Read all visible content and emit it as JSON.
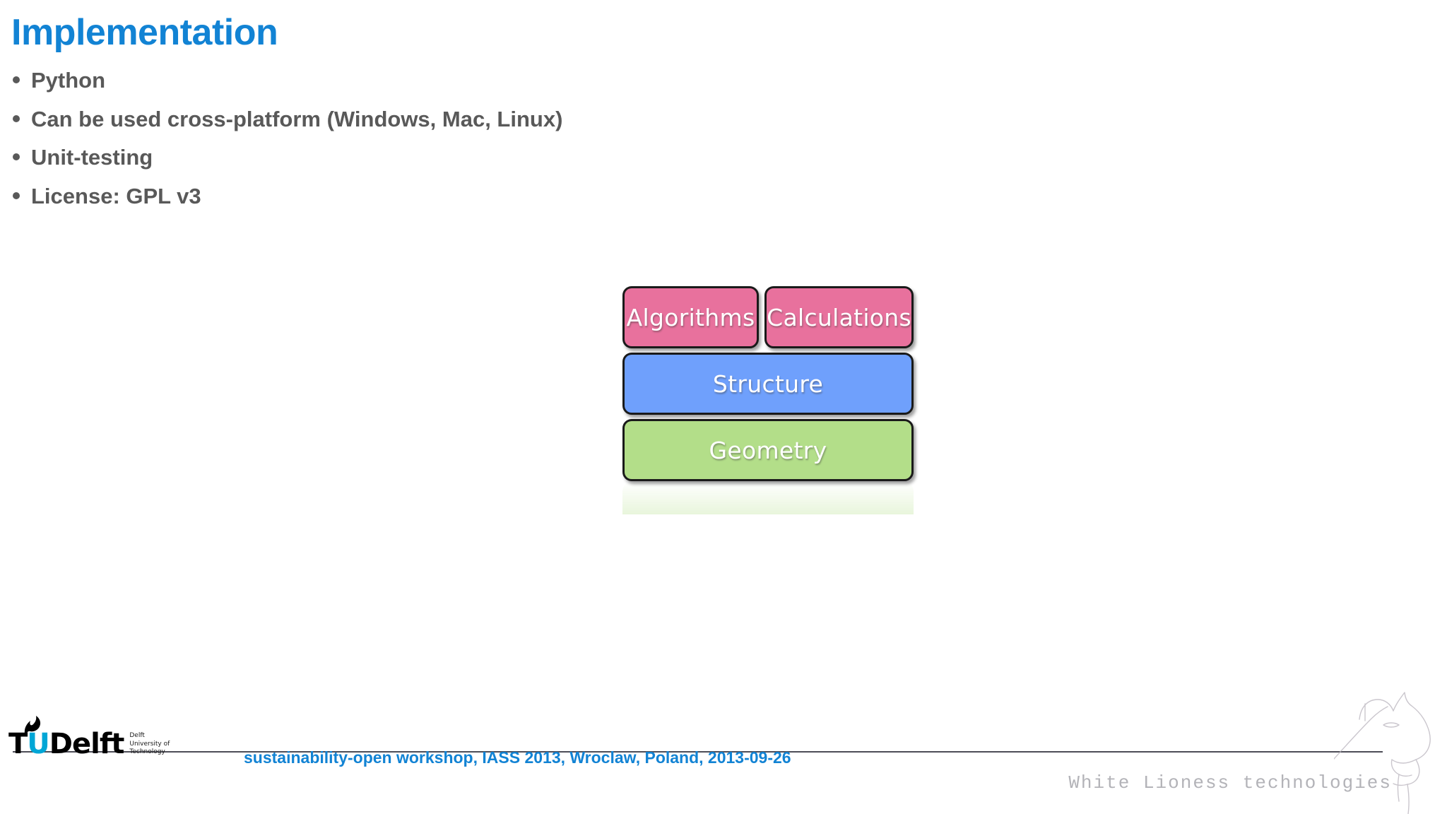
{
  "slide": {
    "title": "Implementation",
    "title_color": "#1283d4",
    "background": "#ffffff"
  },
  "bullets": [
    {
      "text": "Python"
    },
    {
      "text": "Can be used cross-platform (Windows, Mac, Linux)"
    },
    {
      "text": "Unit-testing"
    },
    {
      "text": "License: GPL v3"
    }
  ],
  "diagram": {
    "name": "software-layer-stack",
    "top_row": [
      {
        "label": "Algorithms",
        "color": "#e8719d"
      },
      {
        "label": "Calculations",
        "color": "#e8719d"
      }
    ],
    "layers": [
      {
        "label": "Structure",
        "color": "#6fa0fc"
      },
      {
        "label": "Geometry",
        "color": "#b3de89"
      }
    ],
    "border_color": "#1a1a1a",
    "text_color": "#ffffff"
  },
  "footer": {
    "logo": {
      "t": "T",
      "u": "U",
      "delft": "Delft",
      "u_color": "#00a6d6",
      "tagline": [
        "Delft",
        "University of",
        "Technology"
      ]
    },
    "event": "sustainability-open workshop, IASS 2013, Wroclaw, Poland, 2013-09-26",
    "event_color": "#1283d4",
    "brand": "White Lioness technologies",
    "brand_color": "#b3b3b8"
  }
}
